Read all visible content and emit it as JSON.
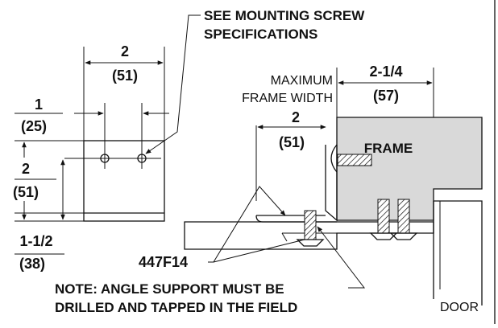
{
  "callouts": {
    "screw_spec_1": "SEE MOUNTING SCREW",
    "screw_spec_2": "SPECIFICATIONS",
    "max_frame_1": "MAXIMUM",
    "max_frame_2": "FRAME WIDTH",
    "frame": "FRAME",
    "part_number": "447F14",
    "note_1": "NOTE: ANGLE SUPPORT MUST BE",
    "note_2": "DRILLED AND TAPPED IN THE FIELD",
    "door": "DOOR"
  },
  "dimensions": {
    "top_width": {
      "inch": "2",
      "mm": "(51)"
    },
    "hole_spacing": {
      "inch": "1",
      "mm": "(25)"
    },
    "hole_height": {
      "inch": "2",
      "mm": "(51)"
    },
    "bottom_offset": {
      "inch": "1-1/2",
      "mm": "(38)"
    },
    "frame_width": {
      "inch": "2-1/4",
      "mm": "(57)"
    },
    "angle_width": {
      "inch": "2",
      "mm": "(51)"
    }
  },
  "colors": {
    "line": "#111111",
    "frame_fill": "#d9d9d9",
    "background": "#ffffff"
  }
}
